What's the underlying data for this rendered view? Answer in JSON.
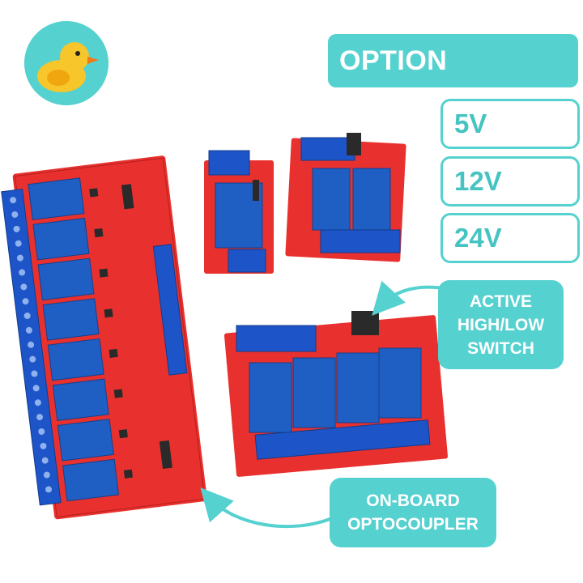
{
  "options": {
    "title": "OPTION",
    "voltages": [
      "5V",
      "12V",
      "24V"
    ]
  },
  "callouts": {
    "switch": [
      "ACTIVE",
      "HIGH/LOW",
      "SWITCH"
    ],
    "optocoupler": [
      "ON-BOARD",
      "OPTOCOUPLER"
    ]
  },
  "colors": {
    "accent": "#55d1cf",
    "pcb": "#e8312e",
    "relay": "#1f5fc4",
    "terminal": "#1d55c8"
  },
  "icons": {
    "logo": "duck-icon"
  }
}
